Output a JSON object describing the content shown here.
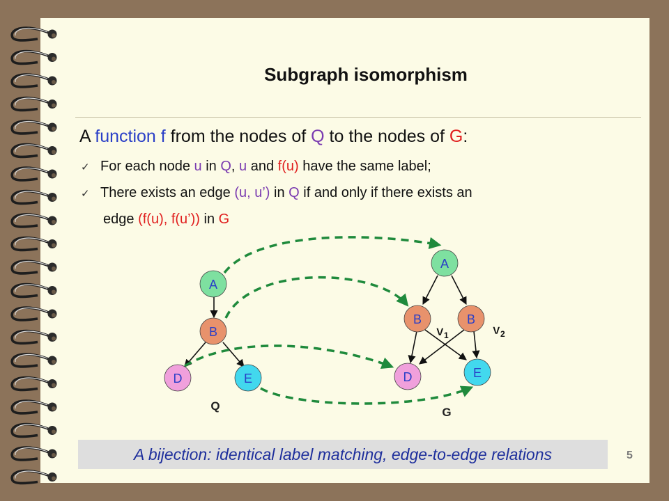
{
  "slide": {
    "title": "Subgraph isomorphism",
    "heading": {
      "p1": "A ",
      "p2": "function f",
      "p3": " from the nodes of ",
      "p4": "Q",
      "p5": " to the nodes of ",
      "p6": "G",
      "p7": ":"
    },
    "bullet1": {
      "p1": "For each node ",
      "p2": "u",
      "p3": " in ",
      "p4": "Q",
      "p5": ", ",
      "p6": "u",
      "p7": " and ",
      "p8": "f(u)",
      "p9": " have the same label;"
    },
    "bullet2": {
      "p1": "There exists an edge ",
      "p2": "(u, u’)",
      "p3": " in ",
      "p4": "Q",
      "p5": " if and only if there exists an"
    },
    "bullet2_line2": {
      "p1": "edge ",
      "p2": "(f(u), f(u’))",
      "p3": " in ",
      "p4": "G"
    },
    "check_glyph": "✓",
    "banner": "A bijection: identical label matching, edge-to-edge relations",
    "page_number": "5"
  },
  "diagram": {
    "q": {
      "label": "Q",
      "nodes": [
        {
          "id": "A",
          "label": "A",
          "color": "#7ee0a0"
        },
        {
          "id": "B",
          "label": "B",
          "color": "#e8926c"
        },
        {
          "id": "D",
          "label": "D",
          "color": "#f0a0dc"
        },
        {
          "id": "E",
          "label": "E",
          "color": "#42d8ee"
        }
      ]
    },
    "g": {
      "label": "G",
      "nodes": [
        {
          "id": "A",
          "label": "A",
          "color": "#7ee0a0"
        },
        {
          "id": "B1",
          "label": "B",
          "color": "#e8926c"
        },
        {
          "id": "B2",
          "label": "B",
          "color": "#e8926c"
        },
        {
          "id": "D",
          "label": "D",
          "color": "#f0a0dc"
        },
        {
          "id": "E",
          "label": "E",
          "color": "#42d8ee"
        }
      ],
      "v1": {
        "base": "v",
        "sub": "1"
      },
      "v2": {
        "base": "v",
        "sub": "2"
      }
    },
    "mapping_color": "#1f8a3c",
    "node_label_color": "#2a3fc7"
  }
}
